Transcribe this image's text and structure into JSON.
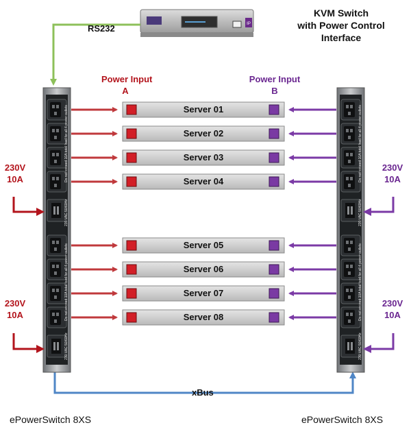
{
  "kvm_title": [
    "KVM Switch",
    "with Power Control",
    "Interface"
  ],
  "rs232_label": "RS232",
  "power_input_a": {
    "title": "Power Input",
    "port": "A"
  },
  "power_input_b": {
    "title": "Power Input",
    "port": "B"
  },
  "voltage_left": {
    "volts": "230V",
    "amps": "10A"
  },
  "voltage_right": {
    "volts": "230V",
    "amps": "10A"
  },
  "servers": [
    "Server 01",
    "Server 02",
    "Server 03",
    "Server 04",
    "Server 05",
    "Server 06",
    "Server 07",
    "Server 08"
  ],
  "xbus_label": "xBus",
  "pdu_left_name": "ePowerSwitch 8XS",
  "pdu_right_name": "ePowerSwitch 8XS",
  "kvm_badge_text": "IP",
  "pdu_strip_text": "Do not exceed 10A total load for all 4 power outlets",
  "pdu_inlet_text": "230 VAC 50/60Hz",
  "colors": {
    "line_a": "#c0393c",
    "line_b": "#7b3aa6",
    "rs232_line": "#8dc05a",
    "xbus_line": "#4f86c6",
    "port_a": "#d21f27",
    "port_b": "#7a3aa3"
  }
}
